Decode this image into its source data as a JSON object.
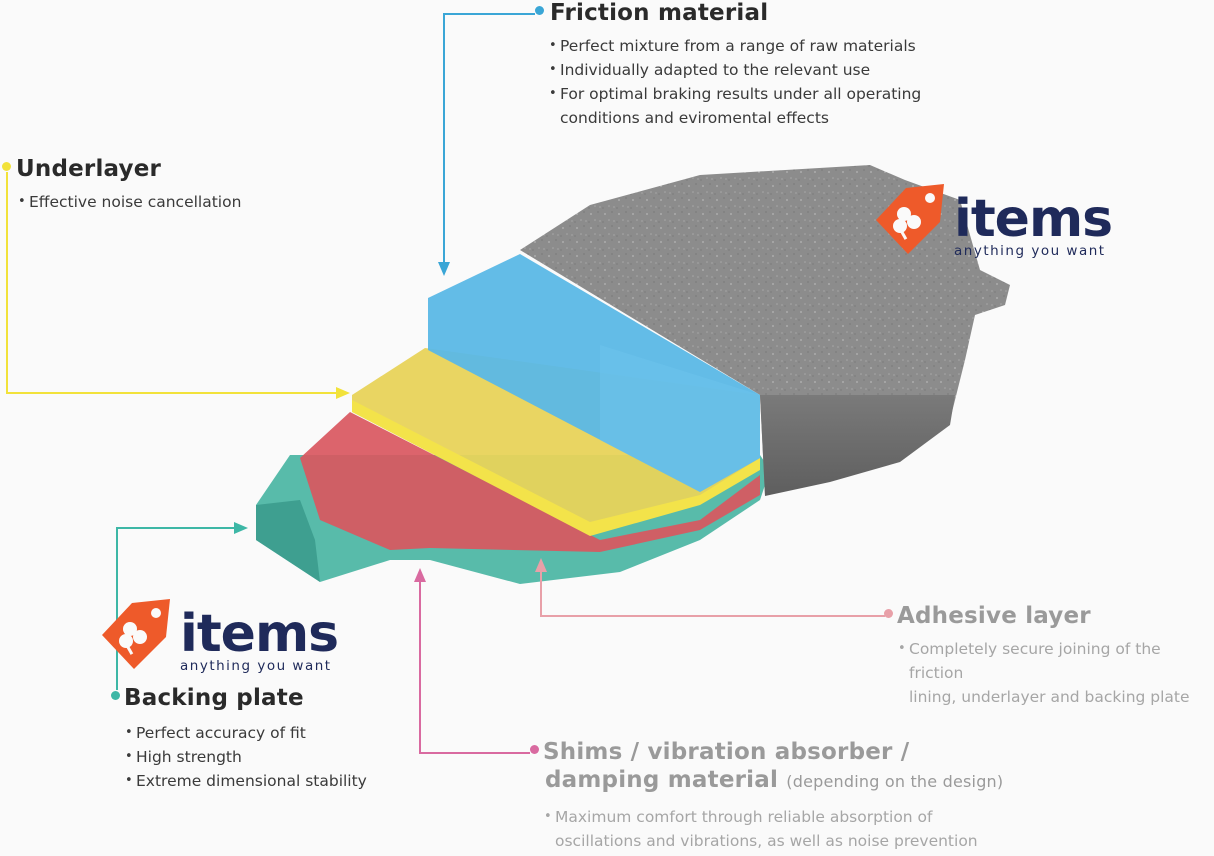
{
  "callouts": {
    "friction": {
      "title": "Friction material",
      "color": "#3aa6d6",
      "bullets": [
        "Perfect mixture from a range of raw materials",
        "Individually adapted to the relevant use",
        "For optimal braking results under all operating",
        "conditions and eviromental effects"
      ]
    },
    "underlayer": {
      "title": "Underlayer",
      "color": "#f2e23a",
      "bullets": [
        "Effective noise cancellation"
      ]
    },
    "adhesive": {
      "title": "Adhesive layer",
      "color": "#e8a0a8",
      "bullets": [
        "Completely secure joining of the friction",
        "lining, underlayer and backing plate"
      ]
    },
    "backing": {
      "title": "Backing plate",
      "color": "#3db7a6",
      "bullets": [
        "Perfect accuracy of fit",
        "High strength",
        "Extreme dimensional stability"
      ]
    },
    "shims": {
      "title_line1": "Shims / vibration absorber /",
      "title_line2": "damping material",
      "title_suffix": "(depending on the design)",
      "color": "#d96aa0",
      "bullets": [
        "Maximum comfort through reliable absorption of",
        "oscillations and vibrations, as well as noise prevention"
      ]
    }
  },
  "logos": [
    {
      "word": "items",
      "tagline": "anything you want",
      "icon": "clover-tag-icon",
      "brand_color": "#ee5a2a"
    },
    {
      "word": "items",
      "tagline": "anything you want",
      "icon": "clover-tag-icon",
      "brand_color": "#ee5a2a"
    }
  ],
  "colors": {
    "friction_layer": "#5bb8e6",
    "underlayer": "#e8d35a",
    "adhesive_layer": "#d9575f",
    "backing_plate": "#4fb7a5",
    "pad_surface": "#8a8a8a",
    "text_brand": "#1f2a5a"
  }
}
